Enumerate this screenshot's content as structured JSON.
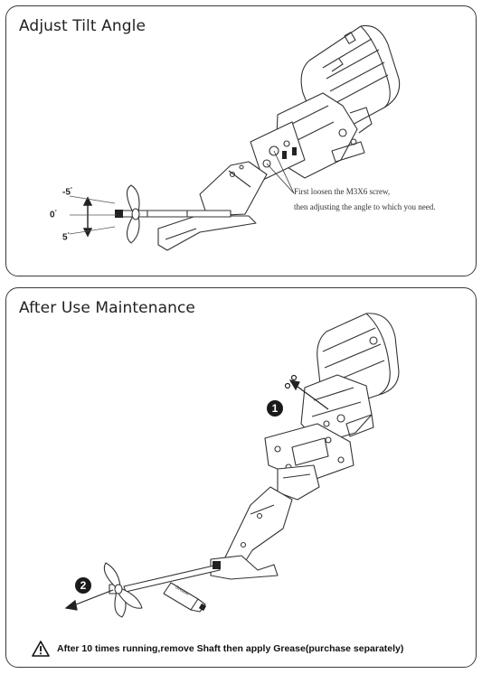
{
  "panel1": {
    "title": "Adjust Tilt Angle",
    "angles": {
      "top": "-5",
      "mid": "0",
      "bottom": "5",
      "degree_mark": "°"
    },
    "note_line1": "First loosen the M3X6 screw,",
    "note_line2": "then adjusting the angle to which you need."
  },
  "panel2": {
    "title": "After Use Maintenance",
    "step1": "1",
    "step2": "2",
    "tube_label": "Grease",
    "warning_text": "After 10 times running,remove Shaft then apply Grease(purchase separately)"
  },
  "icons": {
    "warning": "warning-triangle-icon",
    "step1": "step-1-badge-icon",
    "step2": "step-2-badge-icon"
  }
}
